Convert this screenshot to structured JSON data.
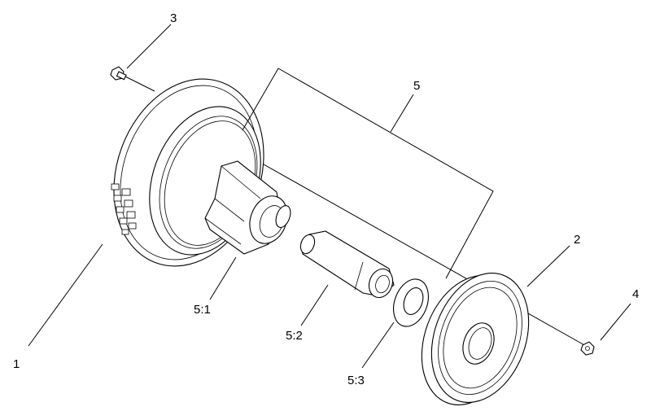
{
  "diagram": {
    "callouts": {
      "c1": "1",
      "c2": "2",
      "c3": "3",
      "c4": "4",
      "c5": "5",
      "c5_1": "5:1",
      "c5_2": "5:2",
      "c5_3": "5:3"
    },
    "line_color": "#000000",
    "background": "#ffffff"
  }
}
